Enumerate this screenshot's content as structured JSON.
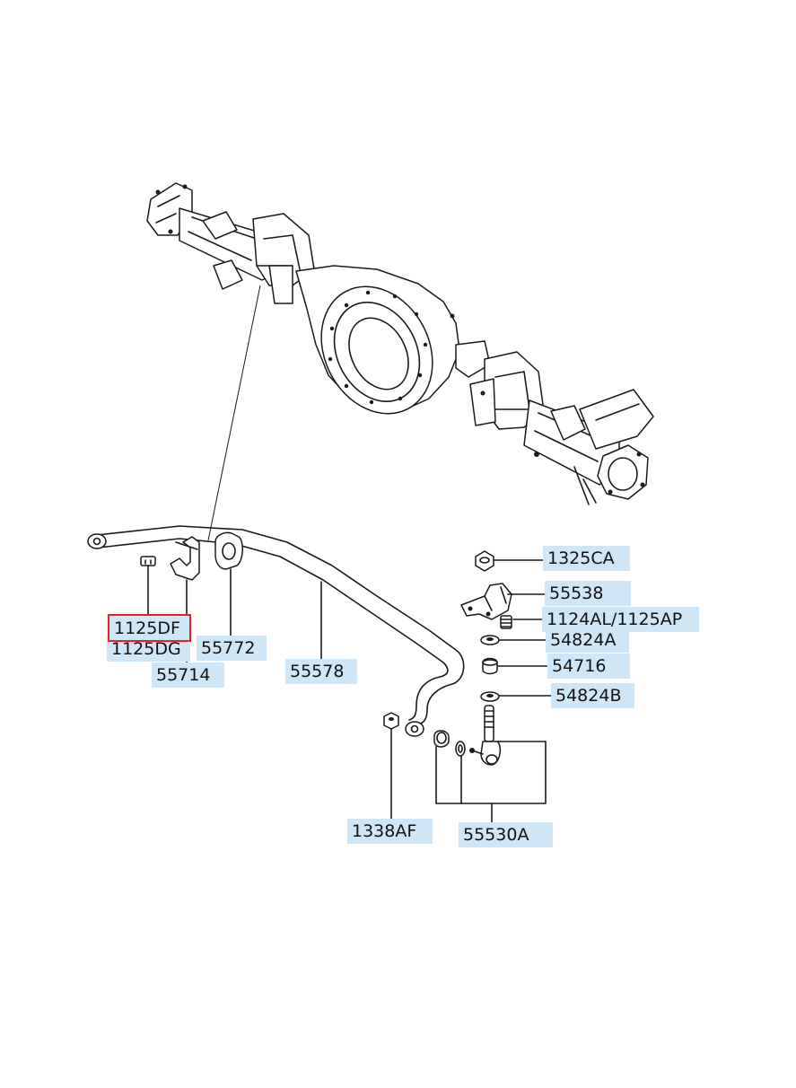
{
  "labels": {
    "p1325CA": "1325CA",
    "p55538": "55538",
    "p1124AL": "1124AL/1125AP",
    "p54824A": "54824A",
    "p54716": "54716",
    "p54824B": "54824B",
    "p1125DF": "1125DF",
    "p1125DG": "1125DG",
    "p55714": "55714",
    "p55772": "55772",
    "p55578": "55578",
    "p1338AF": "1338AF",
    "p55530A": "55530A"
  },
  "colors": {
    "label_background": "#cfe6f7",
    "highlight": "#e0242a",
    "line": "#1a1a1a"
  },
  "highlighted_part": "1125DF"
}
